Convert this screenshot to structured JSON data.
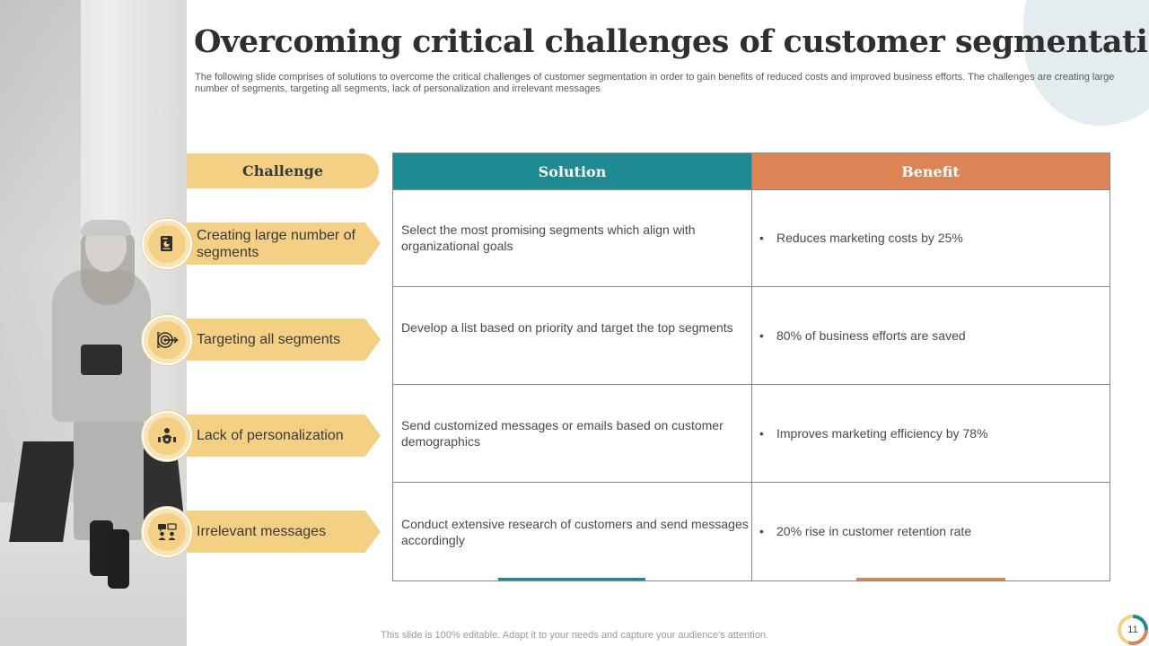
{
  "slide": {
    "title": "Overcoming critical challenges of customer segmentation",
    "subtitle": "The following slide comprises of solutions to overcome the critical challenges of customer segmentation in order to gain benefits of reduced costs and improved business efforts. The challenges are creating large number of segments, targeting all segments, lack of personalization and irrelevant messages",
    "footer": "This slide is 100% editable. Adapt it to your needs and capture your audience's attention.",
    "page_number": "11"
  },
  "colors": {
    "challenge": "#f3d083",
    "solution": "#1f8a93",
    "benefit": "#dd8457"
  },
  "table": {
    "headers": {
      "challenge": "Challenge",
      "solution": "Solution",
      "benefit": "Benefit"
    },
    "rows": [
      {
        "icon": "segments-document-icon",
        "challenge": "Creating large number of segments",
        "solution": "Select the most promising segments which align with organizational goals",
        "benefit": "Reduces marketing costs by 25%"
      },
      {
        "icon": "target-icon",
        "challenge": "Targeting all segments",
        "solution": "Develop a list based on priority and target the top segments",
        "benefit": "80% of business efforts are saved"
      },
      {
        "icon": "personalization-gear-icon",
        "challenge": "Lack of personalization",
        "solution": "Send customized messages or emails based on customer demographics",
        "benefit": "Improves marketing efficiency by 78%"
      },
      {
        "icon": "messages-people-icon",
        "challenge": "Irrelevant  messages",
        "solution": "Conduct extensive research of customers and send messages accordingly",
        "benefit": "20% rise in customer retention rate"
      }
    ]
  }
}
